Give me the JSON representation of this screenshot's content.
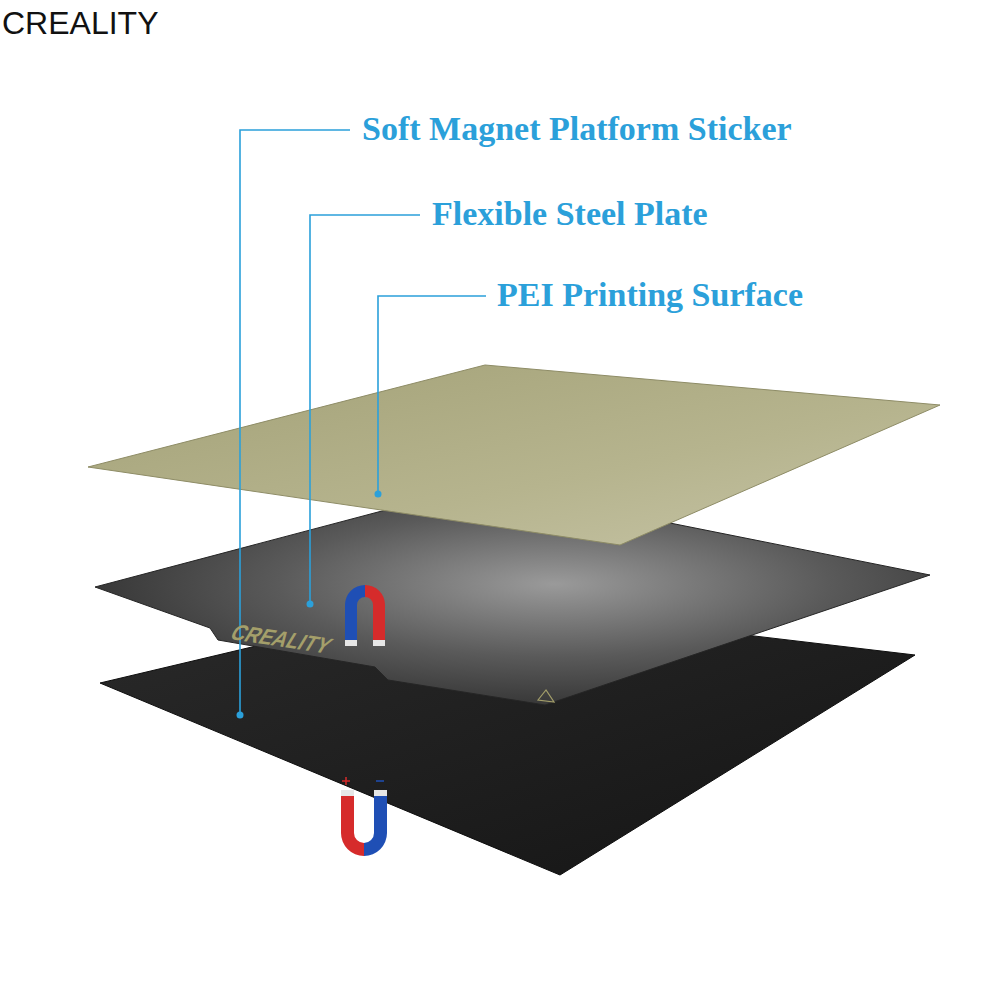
{
  "diagram": {
    "labels": [
      "CREALITY",
      "Soft Magnet Platform Sticker",
      "Flexible Steel Plate",
      "PEI Printing Surface",
      "CREALITY"
    ]
  }
}
